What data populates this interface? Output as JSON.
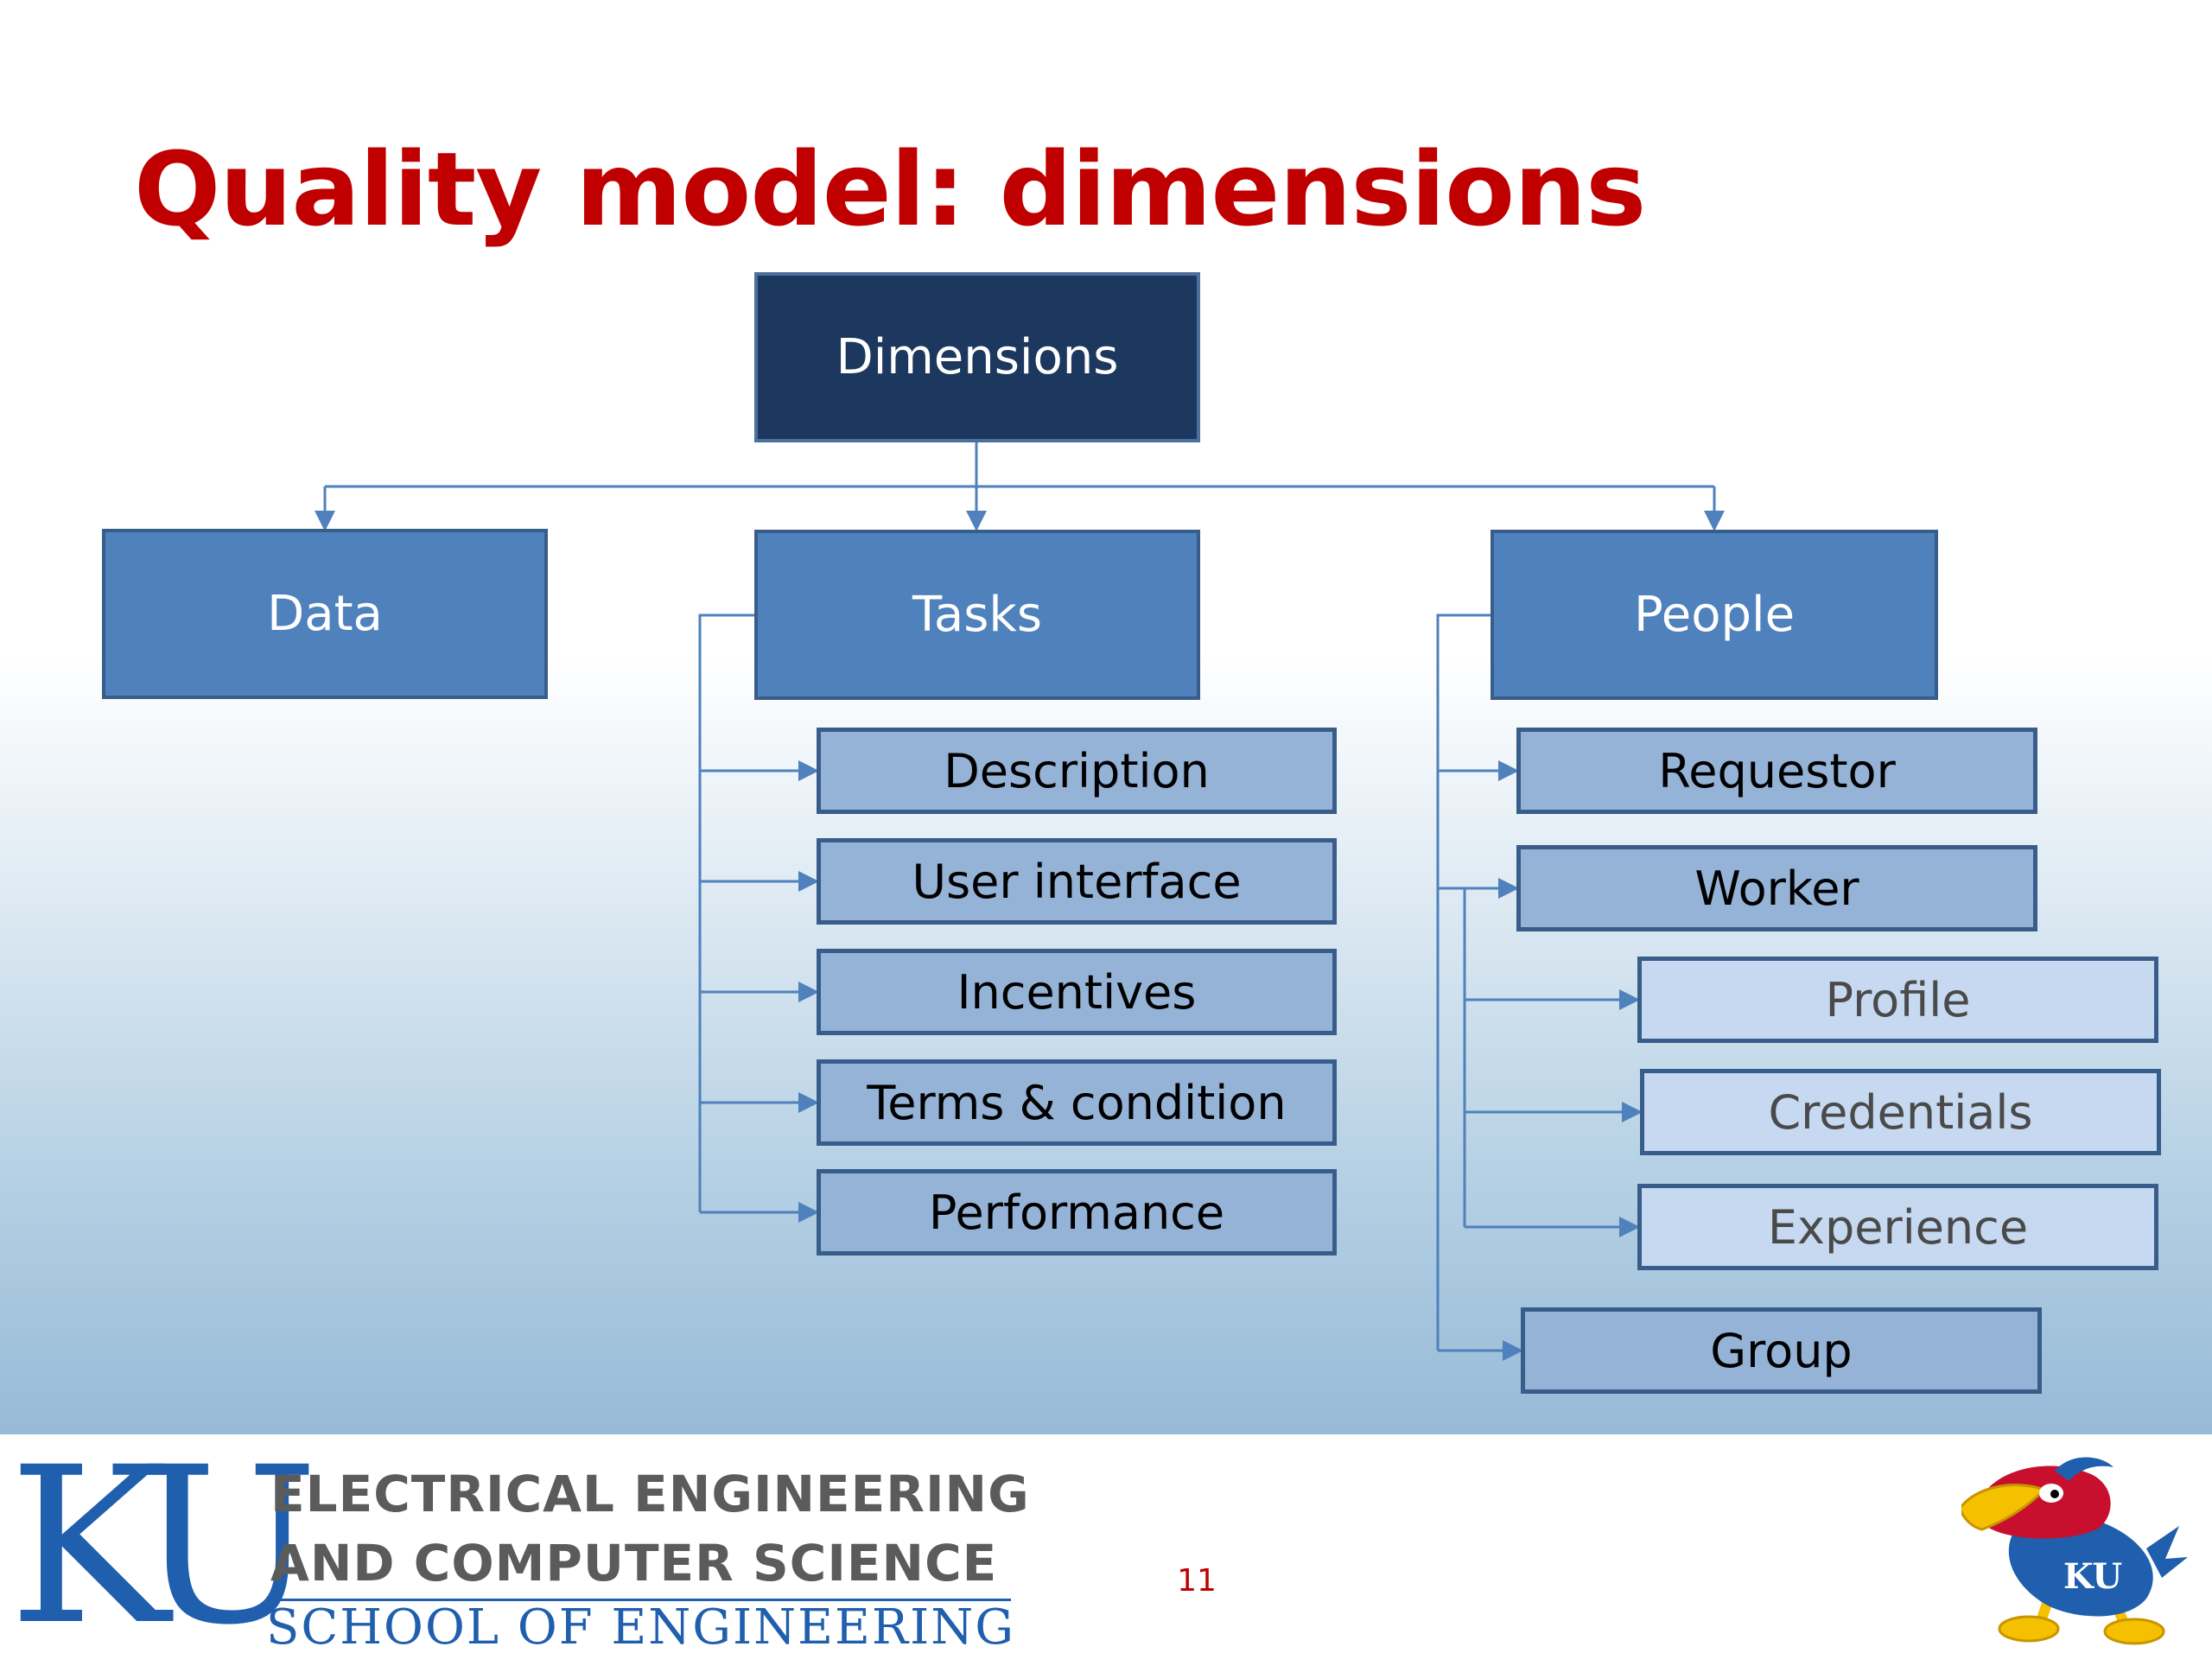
{
  "title": "Quality model: dimensions",
  "diagram": {
    "root": "Dimensions",
    "branches": [
      {
        "label": "Data",
        "children": []
      },
      {
        "label": "Tasks",
        "children": [
          {
            "label": "Description"
          },
          {
            "label": "User interface"
          },
          {
            "label": "Incentives"
          },
          {
            "label": "Terms & condition"
          },
          {
            "label": "Performance"
          }
        ]
      },
      {
        "label": "People",
        "children": [
          {
            "label": "Requestor"
          },
          {
            "label": "Worker",
            "children": [
              {
                "label": "Profile"
              },
              {
                "label": "Credentials"
              },
              {
                "label": "Experience"
              }
            ]
          },
          {
            "label": "Group"
          }
        ]
      }
    ]
  },
  "footer": {
    "logo_letters": "KU",
    "dept_line1": "ELECTRICAL ENGINEERING",
    "dept_line2": "AND COMPUTER SCIENCE",
    "school": "SCHOOL OF ENGINEERING",
    "mascot_text": "KU"
  },
  "page_number": "11",
  "colors": {
    "title": "#c00000",
    "root_fill": "#1c385e",
    "level1_fill": "#4f81bd",
    "level2_fill": "#95b3d7",
    "level3_fill": "#c6d9f1",
    "box_border": "#385d8a",
    "connector": "#4f81bd",
    "ku_blue": "#1f5fae"
  }
}
